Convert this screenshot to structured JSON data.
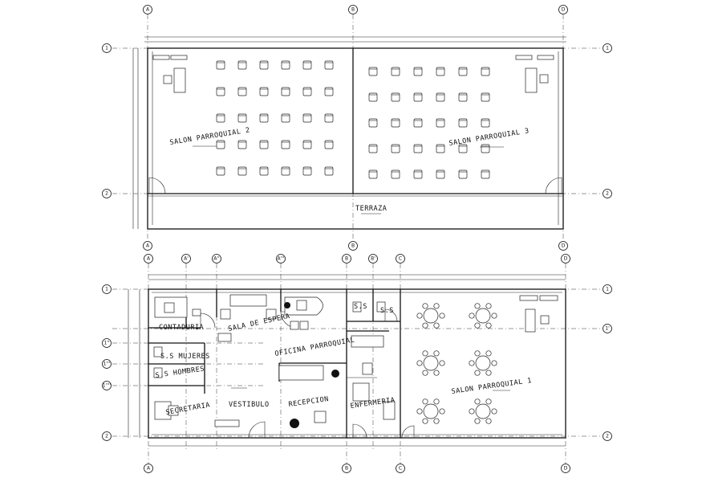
{
  "top_plan": {
    "rooms": [
      {
        "id": "salon2",
        "label": "SALON PARROQUIAL 2"
      },
      {
        "id": "salon3",
        "label": "SALON PARROQUIAL 3"
      },
      {
        "id": "terraza",
        "label": "TERRAZA"
      }
    ],
    "axes_columns": [
      "A",
      "B",
      "D"
    ],
    "axes_rows": [
      "1",
      "2"
    ]
  },
  "bottom_plan": {
    "rooms": [
      {
        "id": "contaduria",
        "label": "CONTADURIA"
      },
      {
        "id": "sala_espera",
        "label": "SALA DE ESPERA"
      },
      {
        "id": "oficina",
        "label": "OFICINA PARROQUIAL"
      },
      {
        "id": "ss1",
        "label": "S.S"
      },
      {
        "id": "ss2",
        "label": "S.S"
      },
      {
        "id": "ss_mujeres",
        "label": "S.S MUJERES"
      },
      {
        "id": "ss_hombres",
        "label": "S.S HOMBRES"
      },
      {
        "id": "secretaria",
        "label": "SECRETARIA"
      },
      {
        "id": "vestibulo",
        "label": "VESTIBULO"
      },
      {
        "id": "recepcion",
        "label": "RECEPCION"
      },
      {
        "id": "enfermeria",
        "label": "ENFERMERIA"
      },
      {
        "id": "salon1",
        "label": "SALON PARROQUIAL 1"
      }
    ],
    "axes_columns": [
      "A",
      "A'",
      "A''",
      "A'''",
      "B",
      "B'",
      "C",
      "D"
    ],
    "axes_rows": [
      "1",
      "1'",
      "1''",
      "1'''",
      "1''''",
      "2"
    ]
  }
}
